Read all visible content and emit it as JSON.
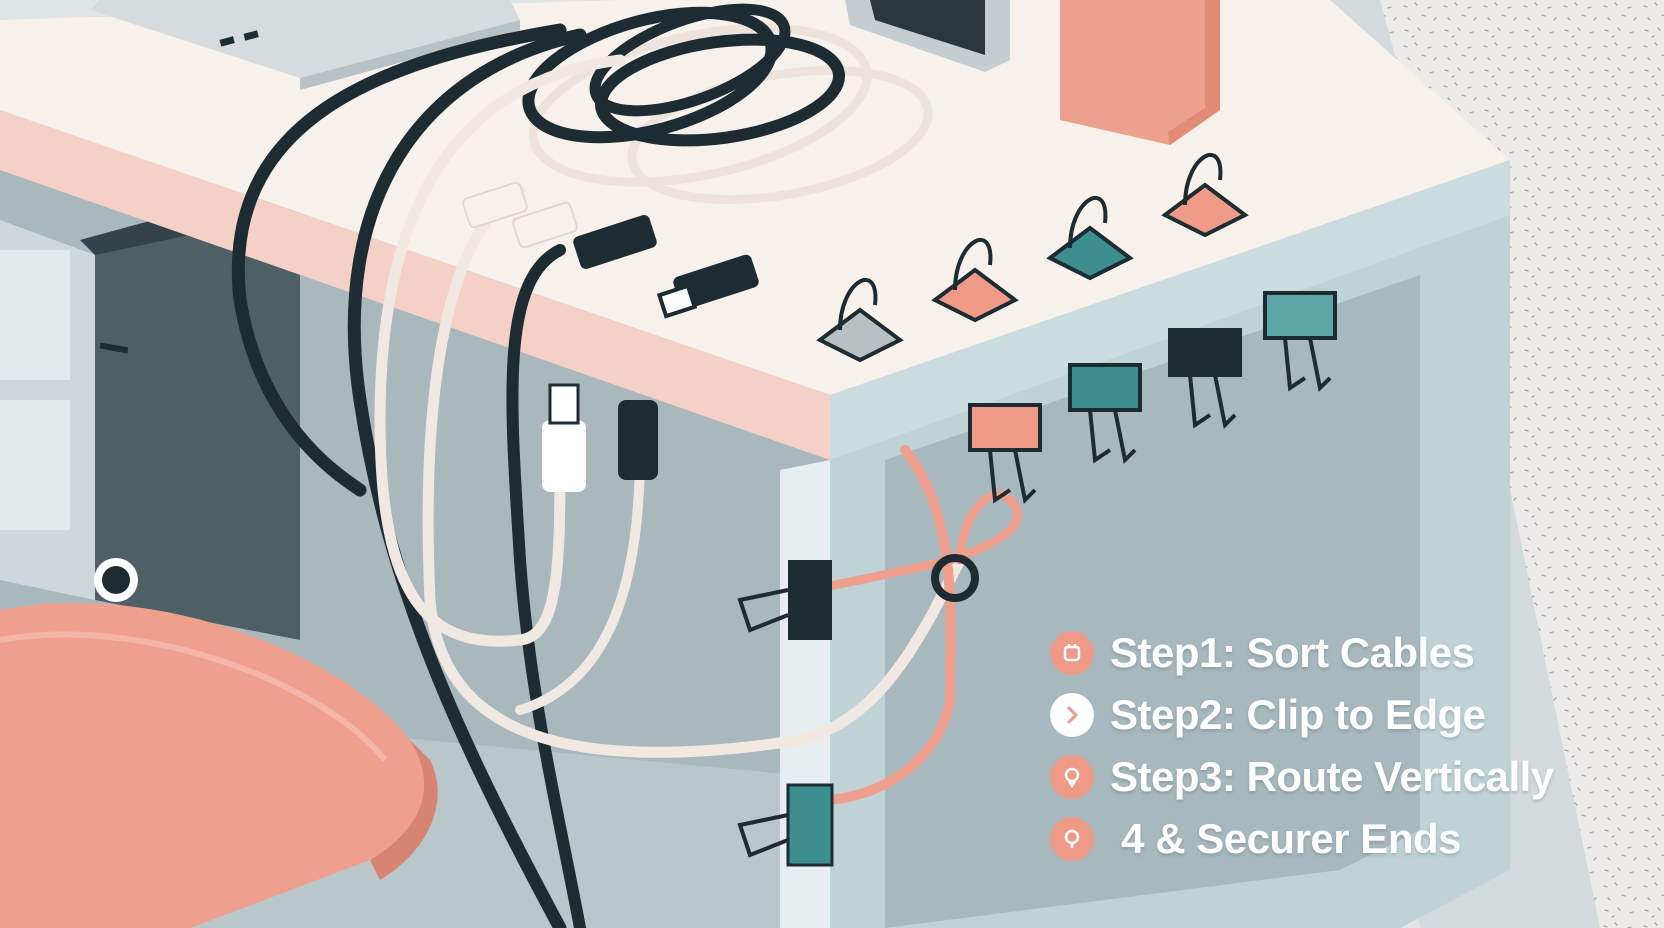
{
  "colors": {
    "background_wall": "#e9e7e3",
    "desk_top": "#f5f0ea",
    "desk_edge_pink": "#f4ccc2",
    "desk_side": "#b8cfd3",
    "under_desk": "#9fb1b7",
    "cabinet": "#5d6c73",
    "chair": "#ee9f8d",
    "accent_coral": "#ee9a86",
    "accent_teal": "#3d8f8f",
    "cable_dark": "#1d2b33",
    "cable_light": "#f2e8e2",
    "step_text": "#ffffff"
  },
  "steps": [
    {
      "text": "Step1: Sort Cables",
      "icon": "cable-clip-icon",
      "icon_bg": "#ee9a86"
    },
    {
      "text": "Step2: Clip to Edge",
      "icon": "chevron-right-icon",
      "icon_bg": "#ffffff"
    },
    {
      "text": "Step3: Route Vertically",
      "icon": "cable-loop-icon",
      "icon_bg": "#ee9a86"
    },
    {
      "text": " 4 & Securer Ends",
      "icon": "cable-tie-icon",
      "icon_bg": "#ee9a86"
    }
  ]
}
